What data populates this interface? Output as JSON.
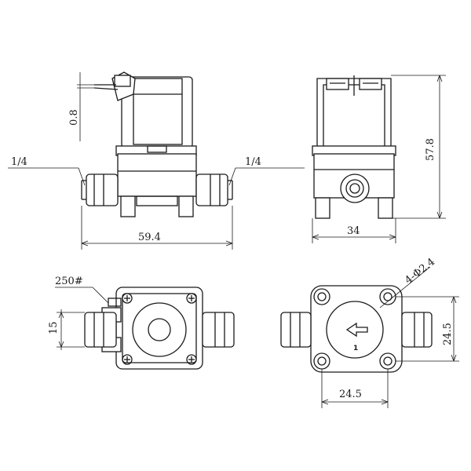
{
  "labels": {
    "dim_08": "0.8",
    "thread_left": "1/4",
    "thread_right": "1/4",
    "dim_594": "59.4",
    "dim_578": "57.8",
    "dim_34": "34",
    "wire": "250#",
    "dim_15": "15",
    "holes": "4-Φ2.4",
    "dim_245_h": "24.5",
    "dim_245_v": "24.5",
    "port_number": "1"
  },
  "colors": {
    "line": "#1a1a1a",
    "background": "#ffffff"
  },
  "icons": [
    "flow-arrow-icon",
    "cross-screw-icon"
  ]
}
